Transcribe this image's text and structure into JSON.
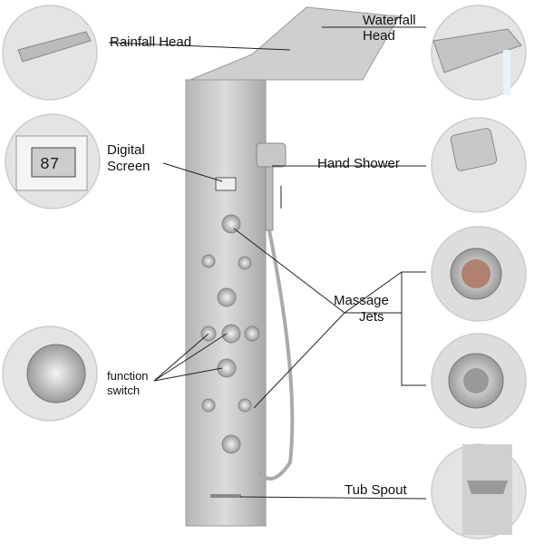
{
  "labels": {
    "rainfall_head": "Rainfall Head",
    "waterfall_head_1": "Waterfall",
    "waterfall_head_2": "Head",
    "digital_screen_1": "Digital",
    "digital_screen_2": "Screen",
    "hand_shower": "Hand Shower",
    "massage_jets_1": "Massage",
    "massage_jets_2": "Jets",
    "function_switch_1": "function",
    "function_switch_2": "switch",
    "tub_spout": "Tub Spout"
  },
  "screen_reading": "87",
  "colors": {
    "panel": "#c9c9c9",
    "circle_bg": "#e6e6e6",
    "line": "#222222"
  }
}
